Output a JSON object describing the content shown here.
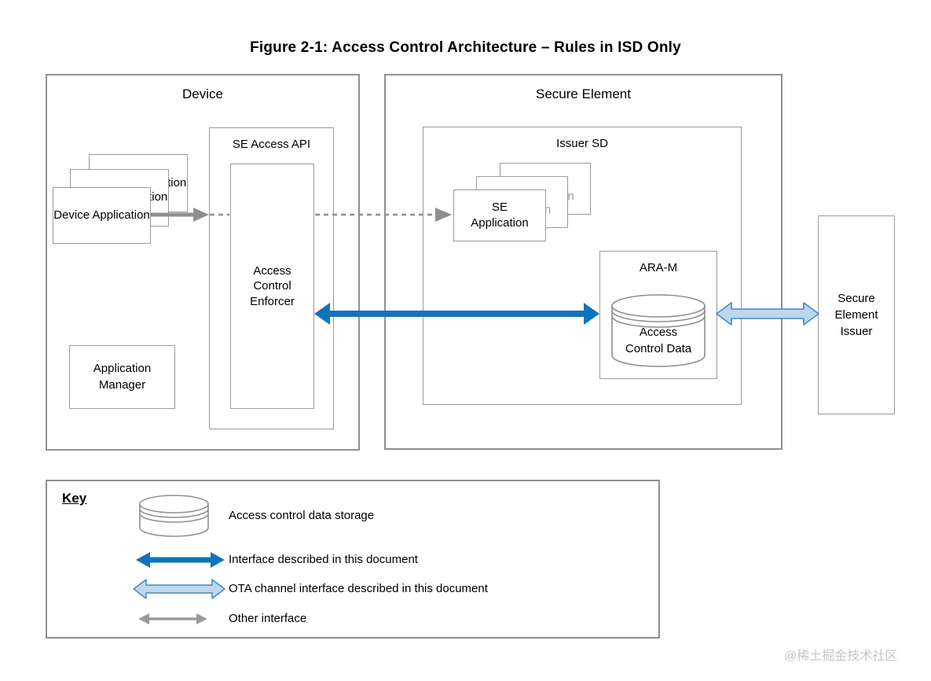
{
  "figure": {
    "title": "Figure 2-1:  Access Control Architecture – Rules in ISD Only"
  },
  "device": {
    "label": "Device",
    "se_access_api_label": "SE Access API",
    "enforcer_label": "Access Control Enforcer",
    "app_card_label": "Device Application",
    "app_manager_label": "Application Manager"
  },
  "secure_element": {
    "label": "Secure Element",
    "issuer_sd_label": "Issuer SD",
    "se_app_card_label": "SE Application",
    "ara_m_label": "ARA-M",
    "storage_label": "Access Control Data"
  },
  "se_issuer_label": "Secure Element Issuer",
  "key": {
    "title": "Key",
    "storage_item": "Access control data storage",
    "interface_item": "Interface described in this document",
    "ota_item": "OTA channel interface described in this document",
    "other_item": "Other interface"
  },
  "watermark": "@稀土掘金技术社区",
  "colors": {
    "interface_blue": "#1173bd",
    "ota_fill": "#bdd7ee",
    "ota_stroke": "#4a86c8",
    "other_interface_gray": "#8f8f8f",
    "box_border_gray": "#909090",
    "back_card_text_gray": "#999999",
    "watermark_gray": "#c6c6c6"
  }
}
